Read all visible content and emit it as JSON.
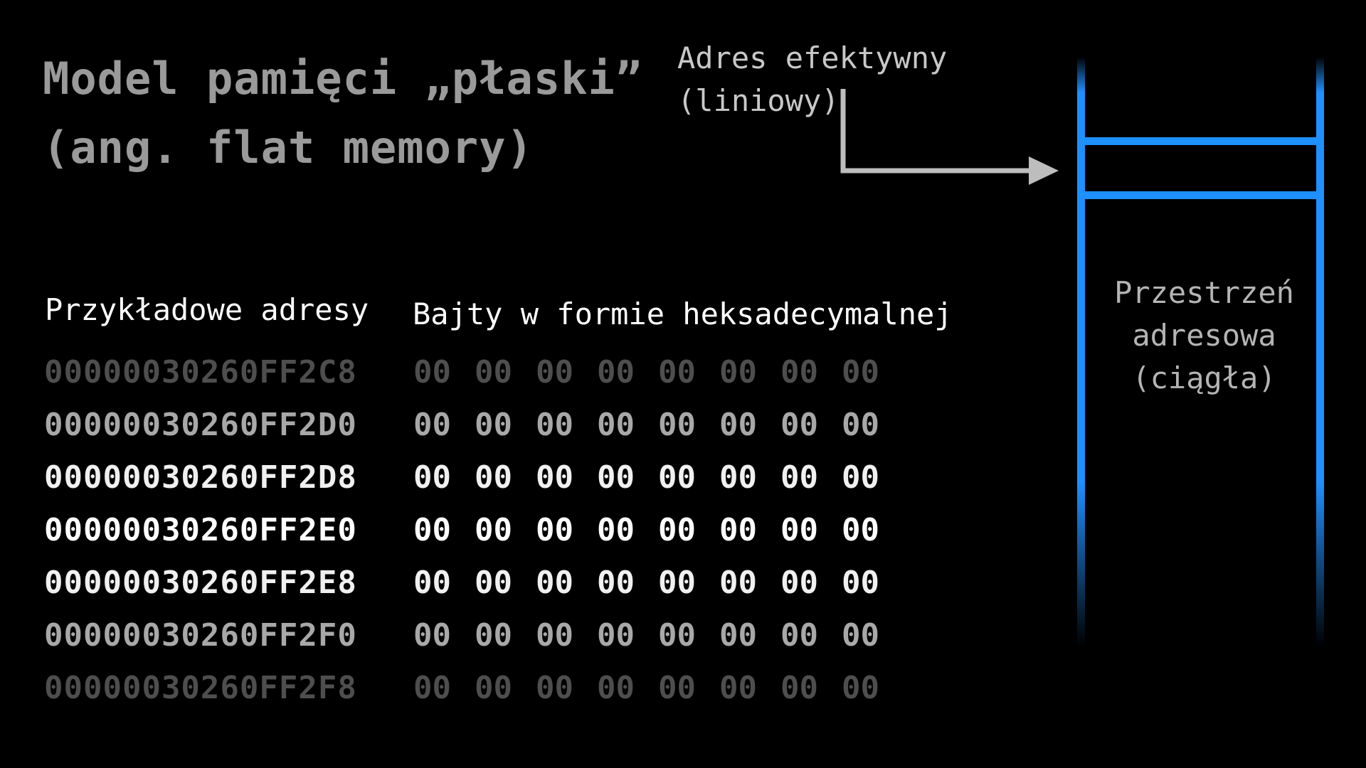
{
  "title": {
    "line1": "Model pamięci „płaski”",
    "line2": "(ang. flat memory)"
  },
  "effective_address": {
    "line1": "Adres efektywny",
    "line2": "(liniowy)"
  },
  "headers": {
    "addresses": "Przykładowe adresy",
    "bytes": "Bajty w formie heksadecymalnej"
  },
  "rows": [
    {
      "address": "00000030260FF2C8",
      "bytes": [
        "00",
        "00",
        "00",
        "00",
        "00",
        "00",
        "00",
        "00"
      ],
      "brightness": "dimmest"
    },
    {
      "address": "00000030260FF2D0",
      "bytes": [
        "00",
        "00",
        "00",
        "00",
        "00",
        "00",
        "00",
        "00"
      ],
      "brightness": "dim"
    },
    {
      "address": "00000030260FF2D8",
      "bytes": [
        "00",
        "00",
        "00",
        "00",
        "00",
        "00",
        "00",
        "00"
      ],
      "brightness": "bright"
    },
    {
      "address": "00000030260FF2E0",
      "bytes": [
        "00",
        "00",
        "00",
        "00",
        "00",
        "00",
        "00",
        "00"
      ],
      "brightness": "brightest"
    },
    {
      "address": "00000030260FF2E8",
      "bytes": [
        "00",
        "00",
        "00",
        "00",
        "00",
        "00",
        "00",
        "00"
      ],
      "brightness": "bright"
    },
    {
      "address": "00000030260FF2F0",
      "bytes": [
        "00",
        "00",
        "00",
        "00",
        "00",
        "00",
        "00",
        "00"
      ],
      "brightness": "dim"
    },
    {
      "address": "00000030260FF2F8",
      "bytes": [
        "00",
        "00",
        "00",
        "00",
        "00",
        "00",
        "00",
        "00"
      ],
      "brightness": "dimmest"
    }
  ],
  "address_space": {
    "line1": "Przestrzeń",
    "line2": "adresowa",
    "line3": "(ciągła)"
  },
  "colors": {
    "background": "#000000",
    "accent_blue": "#1e90ff",
    "arrow_gray": "#bdbdbd",
    "brightness": {
      "brightest": "#ffffff",
      "bright": "#f0f0f0",
      "dim": "#a8a8a8",
      "dimmest": "#4e4e4e"
    }
  }
}
